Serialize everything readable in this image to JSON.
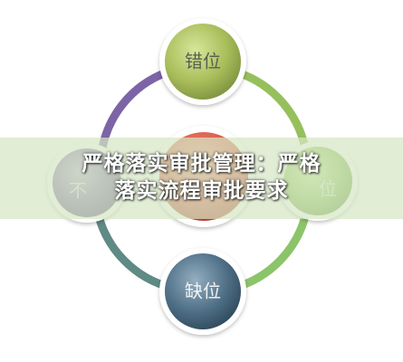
{
  "diagram": {
    "nodes": {
      "top": {
        "label": "错位",
        "color": "#a9bd5a"
      },
      "left": {
        "label": "不",
        "color": "#7e6aa8"
      },
      "right": {
        "label": "位",
        "color": "#8dbf58"
      },
      "bottom": {
        "label": "缺位",
        "color": "#4f6f86"
      },
      "center": {
        "label": "",
        "color": "#d95a4a"
      }
    },
    "ring_colors": {
      "top_left": "#7d64a6",
      "top_right": "#96c05c",
      "bottom_left": "#5f8a86",
      "bottom_right": "#8cc46a"
    }
  },
  "banner": {
    "line1": "严格落实审批管理：严格",
    "line2": "落实流程审批要求"
  }
}
